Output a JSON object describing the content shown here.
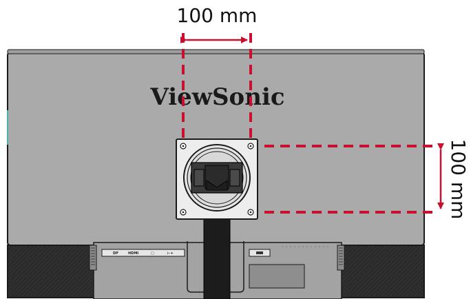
{
  "diagram": {
    "horizontal_dimension": "100 mm",
    "vertical_dimension": "100 mm",
    "brand_logo": "ViewSonic",
    "ports": [
      "DP",
      "HDMI",
      "□",
      "⊢+"
    ]
  },
  "colors": {
    "accent_red": "#c8102e",
    "panel_gray": "#aaaaaa",
    "outline": "#1a1a1a",
    "dark_back": "#2b2b2b",
    "stand": "#1c1c1c"
  }
}
